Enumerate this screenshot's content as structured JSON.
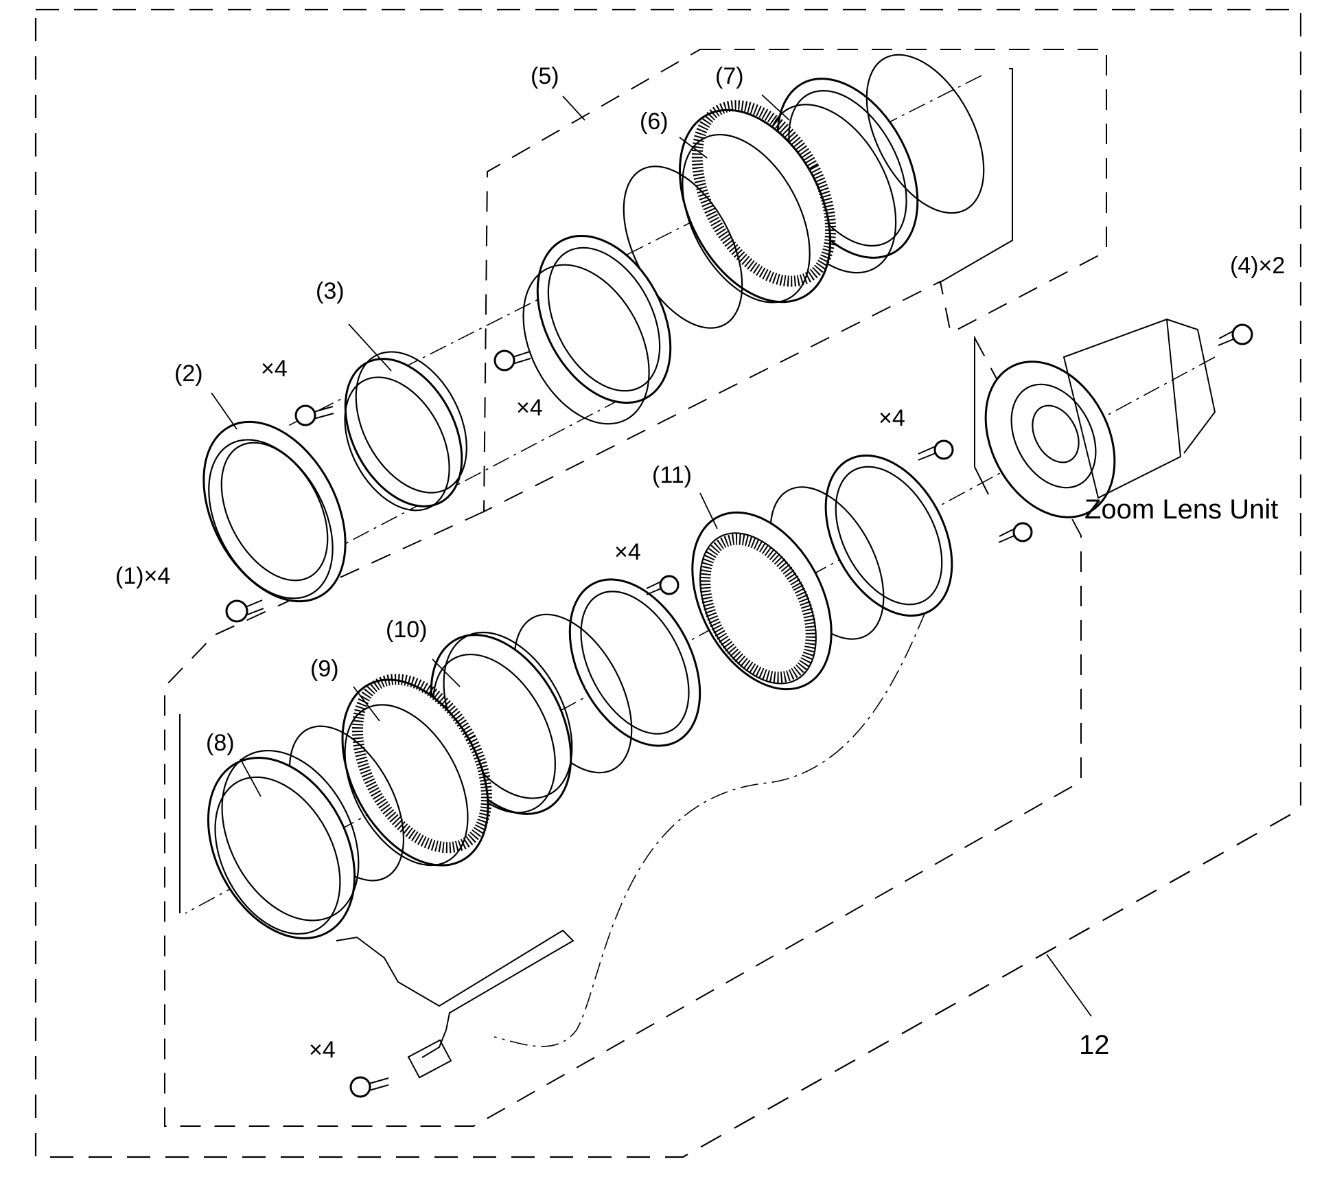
{
  "diagram": {
    "labels": {
      "p1": "(1)×4",
      "p2": "(2)",
      "p3": "(3)",
      "p4": "(4)×2",
      "p5": "(5)",
      "p6": "(6)",
      "p7": "(7)",
      "p8": "(8)",
      "p9": "(9)",
      "p10": "(10)",
      "p11": "(11)",
      "p12": "12",
      "zoom_unit": "Zoom Lens Unit"
    },
    "screw_counts": {
      "upper_left": "×4",
      "upper_mid": "×4",
      "right": "×4",
      "lower_mid": "×4",
      "bottom": "×4"
    }
  }
}
